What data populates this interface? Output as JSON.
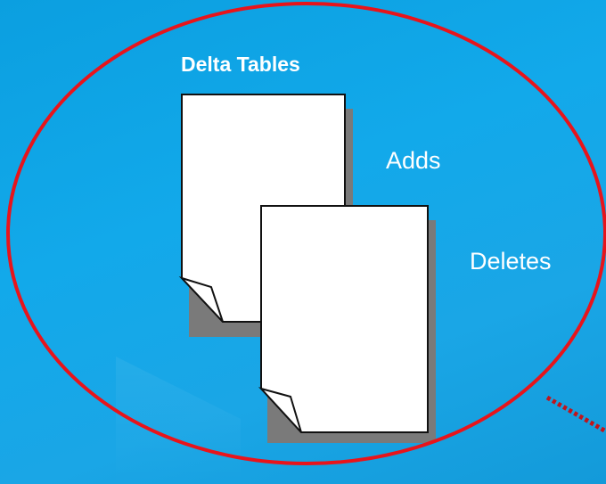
{
  "diagram": {
    "title": "Delta Tables",
    "labels": {
      "adds": "Adds",
      "deletes": "Deletes"
    },
    "colors": {
      "background": "#12a9ea",
      "ellipse": "#e8141b",
      "connector": "#c0141b",
      "page_fill": "#ffffff",
      "page_shadow": "#7a7a7a",
      "page_border": "#111111",
      "text": "#ffffff"
    },
    "icons": {
      "adds_document": "dog-eared-document-icon",
      "deletes_document": "dog-eared-document-icon"
    }
  }
}
